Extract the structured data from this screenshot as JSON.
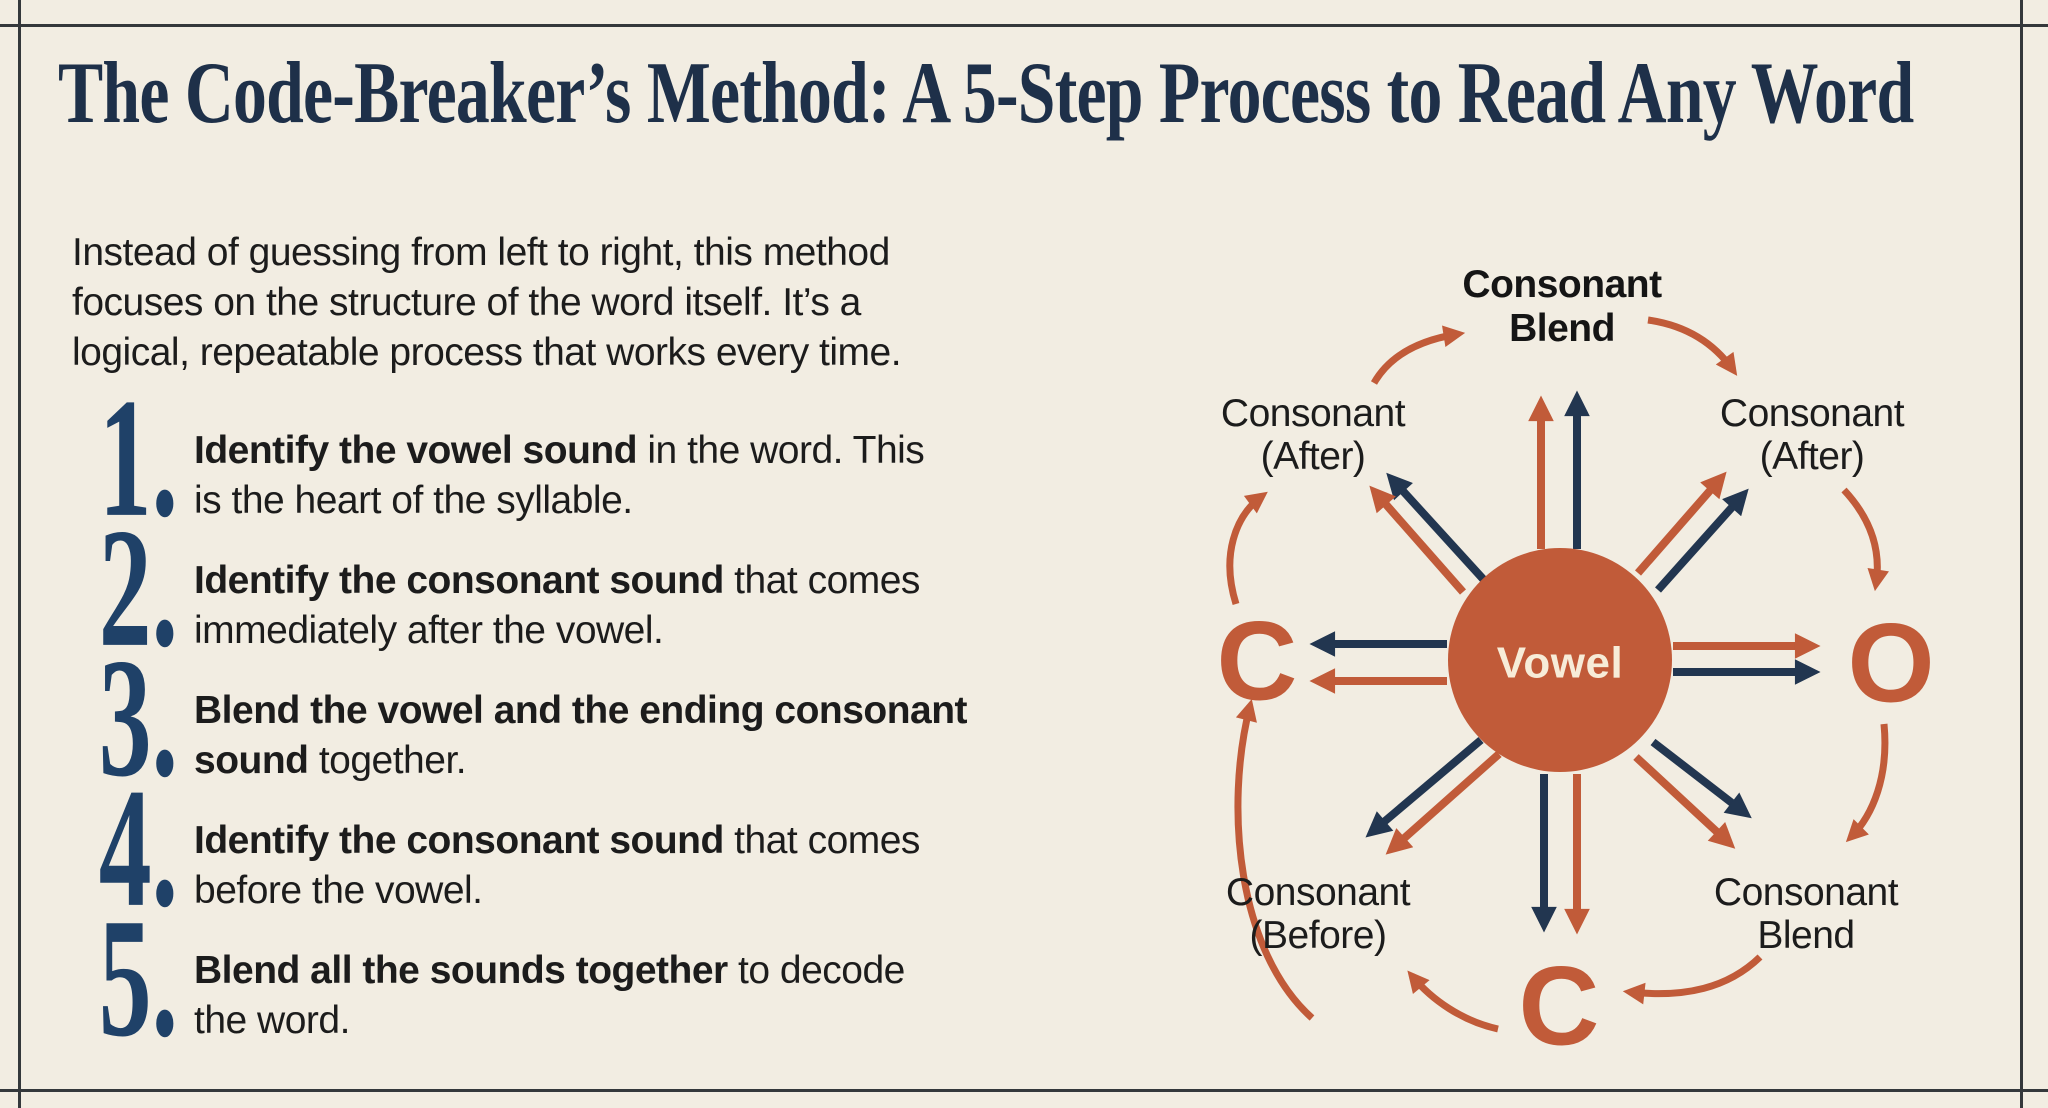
{
  "title": "The Code-Breaker’s Method: A 5-Step Process to Read Any Word",
  "intro": {
    "lines": [
      "Instead of guessing from left to right, this method",
      "focuses on the structure of the word itself. It’s a",
      "logical, repeatable process that works every time."
    ]
  },
  "steps": [
    {
      "number": "1.",
      "lines": [
        [
          {
            "t": "Identify the vowel sound",
            "b": true
          },
          {
            "t": " in the word. This",
            "b": false
          }
        ],
        [
          {
            "t": "is the heart of the syllable.",
            "b": false
          }
        ]
      ]
    },
    {
      "number": "2.",
      "lines": [
        [
          {
            "t": "Identify the consonant sound",
            "b": true
          },
          {
            "t": " that comes",
            "b": false
          }
        ],
        [
          {
            "t": "immediately after the vowel.",
            "b": false
          }
        ]
      ]
    },
    {
      "number": "3.",
      "lines": [
        [
          {
            "t": "Blend the vowel and the ending consonant",
            "b": true
          }
        ],
        [
          {
            "t": "sound",
            "b": true
          },
          {
            "t": " together.",
            "b": false
          }
        ]
      ]
    },
    {
      "number": "4.",
      "lines": [
        [
          {
            "t": "Identify the consonant sound",
            "b": true
          },
          {
            "t": " that comes",
            "b": false
          }
        ],
        [
          {
            "t": "before the vowel.",
            "b": false
          }
        ]
      ]
    },
    {
      "number": "5.",
      "lines": [
        [
          {
            "t": "Blend all the sounds together",
            "b": true
          },
          {
            "t": " to decode",
            "b": false
          }
        ],
        [
          {
            "t": "the word.",
            "b": false
          }
        ]
      ]
    }
  ],
  "diagram": {
    "center_label": "Vowel",
    "top_label": [
      "Consonant",
      "Blend"
    ],
    "top_left_label": [
      "Consonant",
      "(After)"
    ],
    "top_right_label": [
      "Consonant",
      "(After)"
    ],
    "bottom_left_label": [
      "Consonant",
      "(Before)"
    ],
    "bottom_right_label": [
      "Consonant",
      "Blend"
    ],
    "letter_left": "C",
    "letter_right": "O",
    "letter_bottom": "C"
  },
  "colors": {
    "background": "#f2ede2",
    "frame": "#34383b",
    "title_navy": "#1e3049",
    "number_navy": "#1f4168",
    "ink": "#1c1c1c",
    "orange": "#c15b39",
    "navy": "#223650",
    "vowel_text": "#f7ecd8"
  }
}
